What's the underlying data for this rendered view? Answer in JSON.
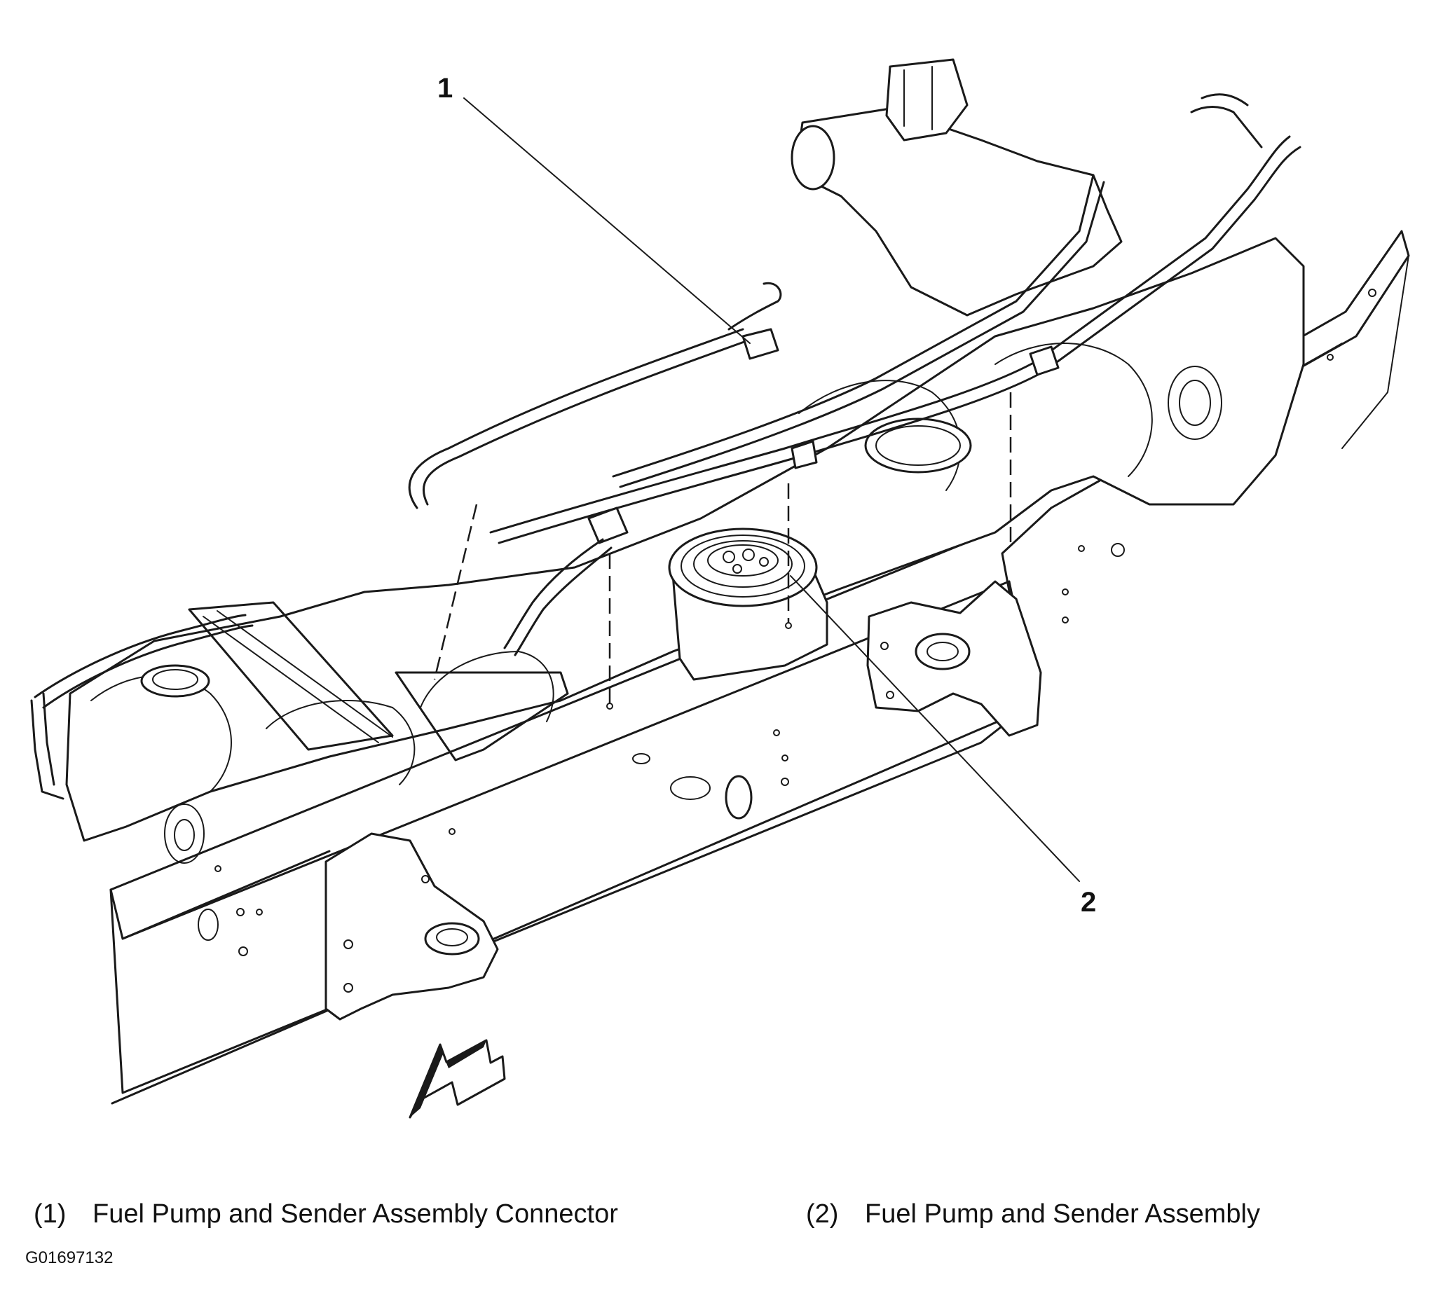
{
  "callouts": {
    "one": "1",
    "two": "2"
  },
  "legend": [
    {
      "number": "(1)",
      "label": "Fuel Pump and Sender Assembly Connector"
    },
    {
      "number": "(2)",
      "label": "Fuel Pump and Sender Assembly"
    }
  ],
  "figure_id": "G01697132",
  "colors": {
    "ink": "#1a1a1a",
    "background": "#ffffff"
  },
  "icons": {
    "direction_arrow": "front-direction-arrow-icon"
  }
}
